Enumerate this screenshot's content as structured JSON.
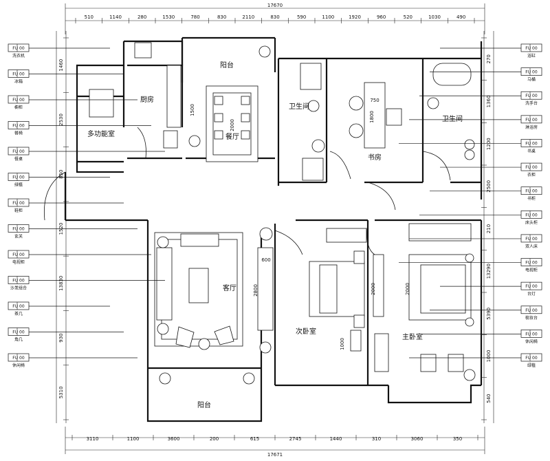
{
  "title_dimensions": {
    "top_total": "17670",
    "bottom_total": "17671"
  },
  "dims_top": [
    "510",
    "1140",
    "280",
    "1530",
    "780",
    "830",
    "2110",
    "830",
    "590",
    "1100",
    "1920",
    "960",
    "520",
    "1030",
    "490"
  ],
  "dims_bottom": [
    "3110",
    "1100",
    "3600",
    "200",
    "615",
    "2745",
    "1440",
    "310",
    "3060",
    "350"
  ],
  "dims_left": [
    "1460",
    "2530",
    "850",
    "1520",
    "13830",
    "930",
    "5310"
  ],
  "dims_right": [
    "270",
    "1360",
    "1200",
    "2500",
    "210",
    "13290",
    "5390",
    "1000",
    "540"
  ],
  "rooms": {
    "balcony_top": "阳台",
    "kitchen": "厨房",
    "multi_room": "多功能室",
    "dining": "餐厅",
    "bath1": "卫生间",
    "study": "书房",
    "bath2": "卫生间",
    "living": "客厅",
    "second_bed": "次卧室",
    "master_bed": "主卧室",
    "balcony_bottom": "阳台"
  },
  "furniture_dims": {
    "dining_table": "2000",
    "kitchen_side": "1500",
    "study_desk": "1800",
    "study_chair": "750",
    "tv_wall": "2800",
    "bed2": "2000",
    "bed_master": "2000",
    "dresser": "1000",
    "living_cab": "600"
  },
  "tags_left": [
    {
      "code": "FU 00",
      "label": "洗衣机"
    },
    {
      "code": "FU 00",
      "label": "冰箱"
    },
    {
      "code": "FU 00",
      "label": "橱柜"
    },
    {
      "code": "FU 00",
      "label": "餐椅"
    },
    {
      "code": "FU 00",
      "label": "餐桌"
    },
    {
      "code": "FU 00",
      "label": "绿植"
    },
    {
      "code": "FU 00",
      "label": "鞋柜"
    },
    {
      "code": "FU 00",
      "label": "玄关"
    },
    {
      "code": "FU 00",
      "label": "电视柜"
    },
    {
      "code": "FU 00",
      "label": "沙发组合"
    },
    {
      "code": "FU 00",
      "label": "茶几"
    },
    {
      "code": "FU 00",
      "label": "角几"
    },
    {
      "code": "FU 00",
      "label": "休闲椅"
    }
  ],
  "tags_right": [
    {
      "code": "FU 00",
      "label": "浴缸"
    },
    {
      "code": "FU 00",
      "label": "马桶"
    },
    {
      "code": "FU 00",
      "label": "洗手台"
    },
    {
      "code": "FU 00",
      "label": "淋浴房"
    },
    {
      "code": "FU 00",
      "label": "书桌"
    },
    {
      "code": "FU 00",
      "label": "衣柜"
    },
    {
      "code": "FU 00",
      "label": "书柜"
    },
    {
      "code": "FU 00",
      "label": "床头柜"
    },
    {
      "code": "FU 00",
      "label": "双人床"
    },
    {
      "code": "FU 00",
      "label": "电视柜"
    },
    {
      "code": "FU 00",
      "label": "台灯"
    },
    {
      "code": "FU 00",
      "label": "梳妆台"
    },
    {
      "code": "FU 00",
      "label": "休闲椅"
    },
    {
      "code": "FU 00",
      "label": "绿植"
    }
  ]
}
